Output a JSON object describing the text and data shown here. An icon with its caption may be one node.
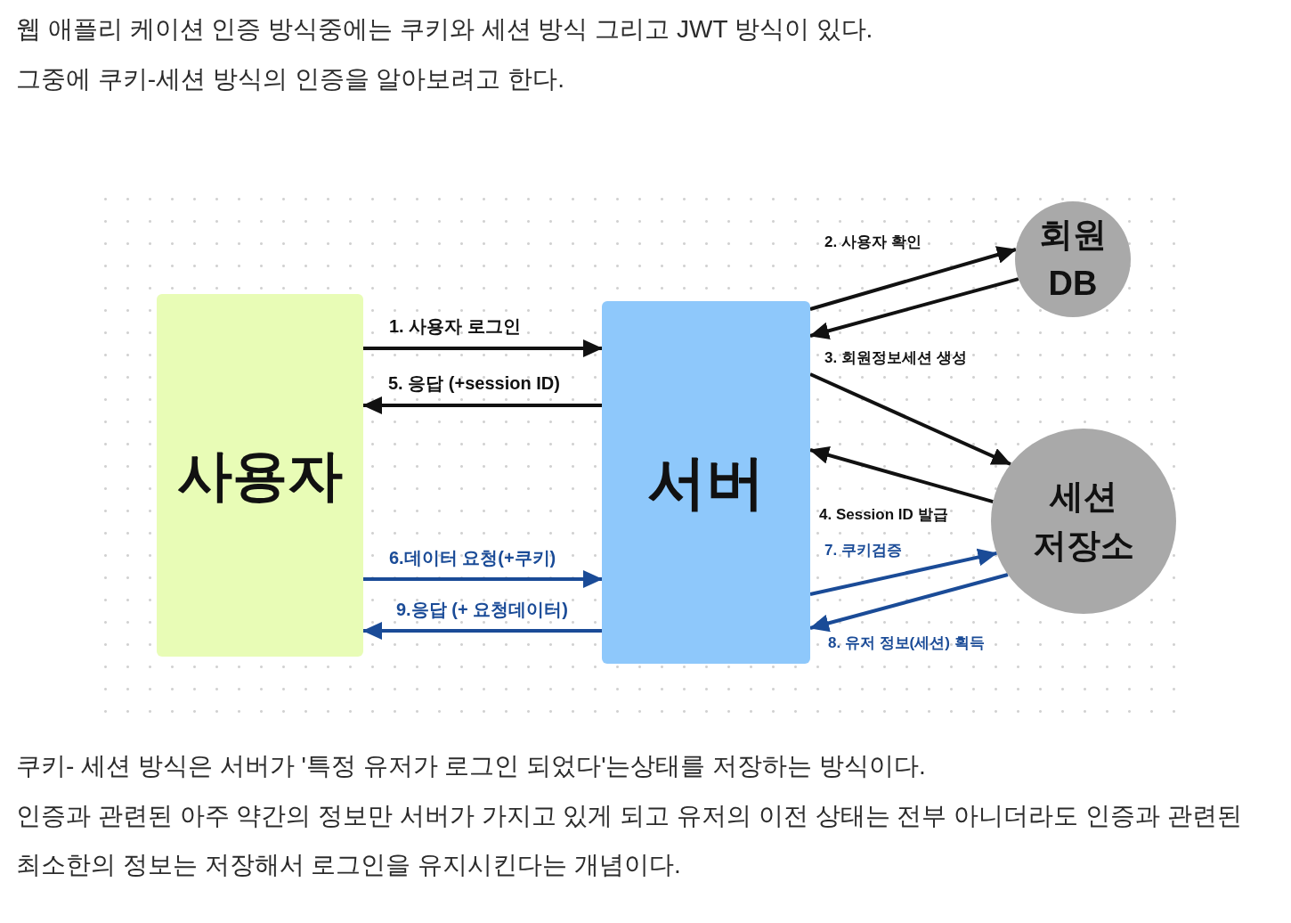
{
  "diagram": {
    "nodes": [
      {
        "text": [
          "사용자"
        ]
      },
      {
        "text": [
          "서버"
        ]
      },
      {
        "text": [
          "회원 DB"
        ]
      },
      {
        "text": [
          "세션 저장소"
        ]
      }
    ],
    "edges": [
      {
        "from": 0,
        "to": 1,
        "arrow": "to",
        "label": "1. 사용자 로그인"
      },
      {
        "from": 1,
        "to": 2,
        "arrow": "to",
        "label": "2. 사용자 확인"
      },
      {
        "from": 2,
        "to": 1,
        "arrow": "to"
      },
      {
        "from": 1,
        "to": 3,
        "arrow": "to",
        "label": "3. 회원정보세션 생성"
      },
      {
        "from": 3,
        "to": 1,
        "arrow": "to",
        "label": "4. Session ID 발급"
      },
      {
        "from": 1,
        "to": 0,
        "arrow": "to",
        "label": "5. 응답 (+session ID)"
      },
      {
        "from": 0,
        "to": 1,
        "arrow": "to",
        "label": "6.데이터 요청(+쿠키)",
        "color": "#1a4b97"
      },
      {
        "from": 1,
        "to": 3,
        "arrow": "to",
        "label": "7. 쿠키검증",
        "color": "#1a4b97"
      },
      {
        "from": 3,
        "to": 1,
        "arrow": "to",
        "label": "8. 유저 정보(세션) 획득",
        "color": "#1a4b97"
      },
      {
        "from": 1,
        "to": 0,
        "arrow": "to",
        "label": "9.응답 (+ 요청데이터)",
        "color": "#1a4b97"
      }
    ],
    "labels": [
      "웹 애플리 케이션 인증 방식중에는 쿠키와 세션 방식 그리고 JWT 방식이 있다.",
      "그중에 쿠키-세션 방식의 인증을 알아보려고 한다.",
      "쿠키- 세션 방식은 서버가 '특정 유저가 로그인 되었다'는상태를 저장하는 방식이다.",
      "인증과 관련된 아주 약간의 정보만 서버가 가지고 있게 되고 유저의 이전 상태는 전부 아니더라도 인증과 관련된 최소한의 정보는 저장해서 로그인을 유지시킨다는 개념이다."
    ]
  }
}
